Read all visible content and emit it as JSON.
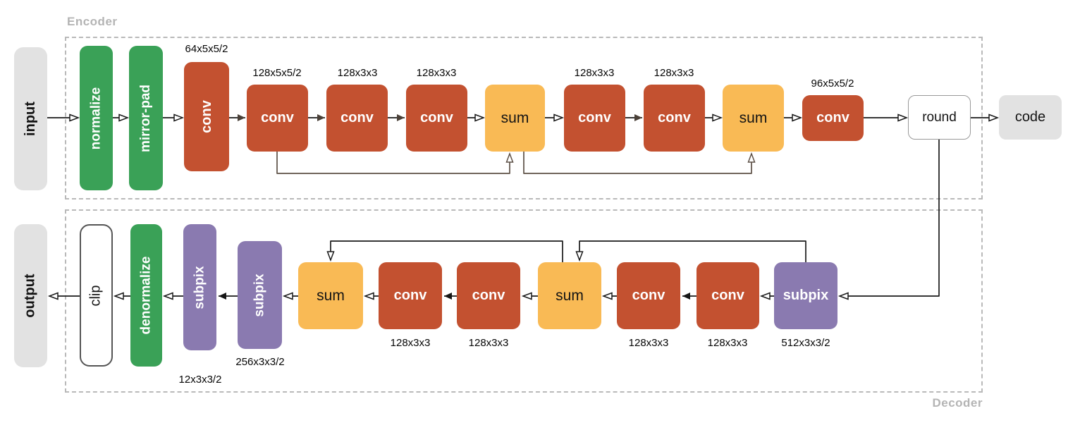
{
  "regions": {
    "encoder": "Encoder",
    "decoder": "Decoder"
  },
  "blocks": {
    "input": {
      "label": "input"
    },
    "normalize": {
      "label": "normalize"
    },
    "mirrorpad": {
      "label": "mirror-pad"
    },
    "enc_conv1": {
      "label": "conv",
      "params": "64x5x5/2"
    },
    "enc_conv2": {
      "label": "conv",
      "params": "128x5x5/2"
    },
    "enc_conv3": {
      "label": "conv",
      "params": "128x3x3"
    },
    "enc_conv4": {
      "label": "conv",
      "params": "128x3x3"
    },
    "enc_sum1": {
      "label": "sum"
    },
    "enc_conv5": {
      "label": "conv",
      "params": "128x3x3"
    },
    "enc_conv6": {
      "label": "conv",
      "params": "128x3x3"
    },
    "enc_sum2": {
      "label": "sum"
    },
    "enc_conv7": {
      "label": "conv",
      "params": "96x5x5/2"
    },
    "round": {
      "label": "round"
    },
    "code": {
      "label": "code"
    },
    "output": {
      "label": "output"
    },
    "clip": {
      "label": "clip"
    },
    "denormalize": {
      "label": "denormalize"
    },
    "dec_subpix1": {
      "label": "subpix",
      "params": "12x3x3/2"
    },
    "dec_subpix2": {
      "label": "subpix",
      "params": "256x3x3/2"
    },
    "dec_sum1": {
      "label": "sum"
    },
    "dec_conv1": {
      "label": "conv",
      "params": "128x3x3"
    },
    "dec_conv2": {
      "label": "conv",
      "params": "128x3x3"
    },
    "dec_sum2": {
      "label": "sum"
    },
    "dec_conv3": {
      "label": "conv",
      "params": "128x3x3"
    },
    "dec_conv4": {
      "label": "conv",
      "params": "128x3x3"
    },
    "dec_subpix3": {
      "label": "subpix",
      "params": "512x3x3/2"
    }
  },
  "colors": {
    "conv": "#c35130",
    "sum": "#f9ba55",
    "prep_green": "#3aa157",
    "subpix_purple": "#8a7ab0",
    "io_gray": "#e2e2e2",
    "dashed_border": "#b9b9b9",
    "region_label": "#b4b4b4",
    "wire_black": "#1a1a1a",
    "wire_skip_encoder": "#5d5046"
  }
}
